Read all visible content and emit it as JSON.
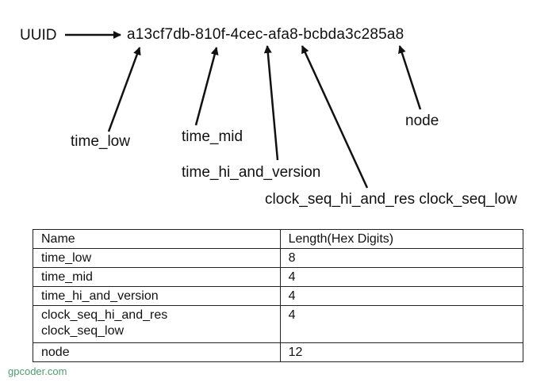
{
  "diagram": {
    "uuid_label": "UUID",
    "uuid_value": "a13cf7db-810f-4cec-afa8-bcbda3c285a8",
    "fields": {
      "time_low": "time_low",
      "time_mid": "time_mid",
      "time_hi_and_version": "time_hi_and_version",
      "clock_seq": "clock_seq_hi_and_res clock_seq_low",
      "node": "node"
    }
  },
  "table": {
    "headers": [
      "Name",
      "Length(Hex Digits)"
    ],
    "rows": [
      {
        "name": "time_low",
        "length": "8"
      },
      {
        "name": "time_mid",
        "length": "4"
      },
      {
        "name": "time_hi_and_version",
        "length": "4"
      },
      {
        "name_line1": "clock_seq_hi_and_res",
        "name_line2": "clock_seq_low",
        "length": "4"
      },
      {
        "name": "node",
        "length": "12"
      }
    ]
  },
  "watermark": "gpcoder.com"
}
